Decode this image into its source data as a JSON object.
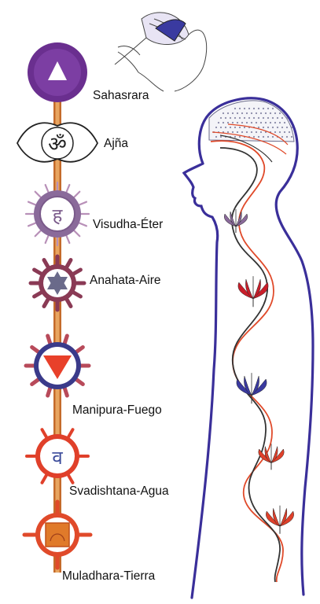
{
  "chakras": [
    {
      "label": "Sahasrara",
      "glyph": "triangle-icon",
      "color": "#6a2f8f"
    },
    {
      "label": "Ajña",
      "glyph": "om-icon",
      "color": "#222222"
    },
    {
      "label": "Visudha-Éter",
      "glyph": "ham-icon",
      "color": "#7a5a8a"
    },
    {
      "label": "Anahata-Aire",
      "glyph": "hexagram-icon",
      "color": "#8a3a55"
    },
    {
      "label": "Manipura-Fuego",
      "glyph": "down-triangle-icon",
      "color": "#e0402a"
    },
    {
      "label": "Svadishtana-Agua",
      "glyph": "vam-icon",
      "color": "#e0402a"
    },
    {
      "label": "Muladhara-Tierra",
      "glyph": "square-icon",
      "color": "#e05a2a"
    }
  ],
  "om_symbol": "ॐ",
  "ham_symbol": "ह",
  "vam_symbol": "व",
  "colors": {
    "stem": "#c46a2a",
    "body_outline": "#3a2f9a",
    "red_nadi": "#e04a2a",
    "dark_nadi": "#333333",
    "lotus_violet": "#8a6a9a",
    "lotus_red": "#c81e2a",
    "lotus_blue": "#3a3aa0",
    "lotus_orange": "#e0402a"
  }
}
